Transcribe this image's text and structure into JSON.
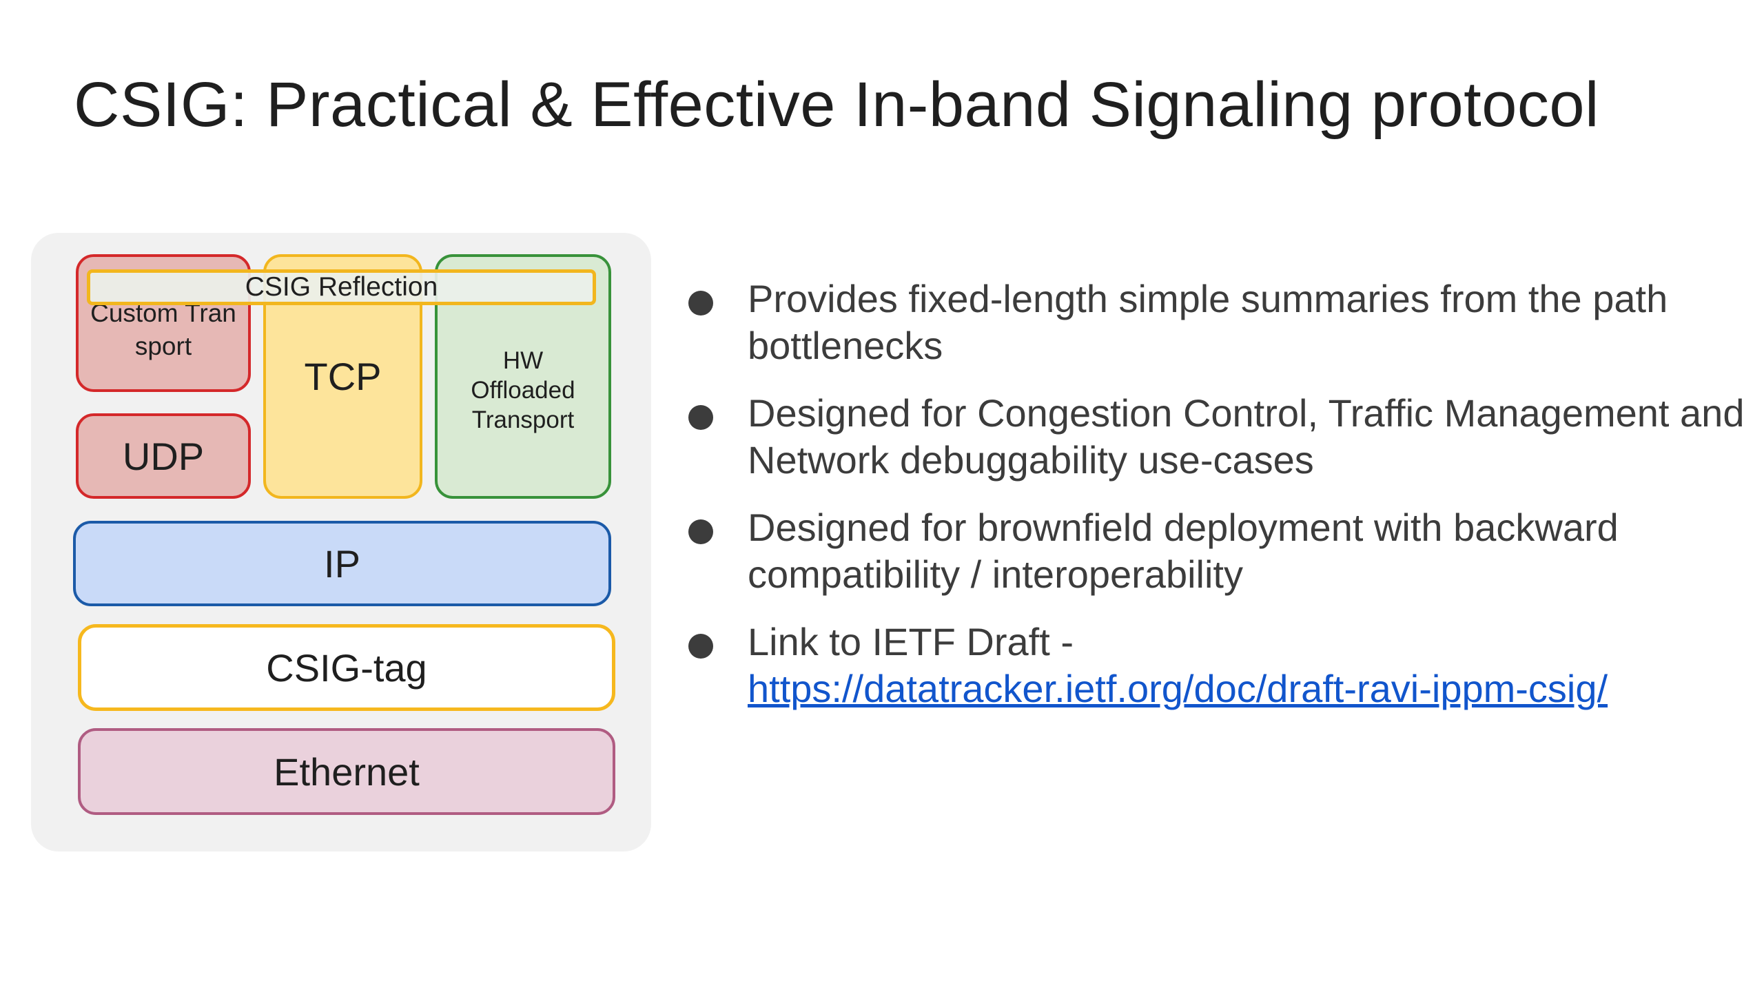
{
  "title": "CSIG: Practical & Effective In-band Signaling protocol",
  "diagram": {
    "custom_transport": "Custom Transport",
    "udp": "UDP",
    "tcp": "TCP",
    "hw_offloaded": "HW Offloaded Transport",
    "reflection": "CSIG Reflection",
    "ip": "IP",
    "csig_tag": "CSIG-tag",
    "ethernet": "Ethernet"
  },
  "bullets": [
    {
      "text": "Provides fixed-length simple summaries from the path bottlenecks"
    },
    {
      "text": "Designed for Congestion Control, Traffic Management and Network debuggability use-cases"
    },
    {
      "text": "Designed for brownfield deployment with backward compatibility / interoperability"
    },
    {
      "text": "Link to IETF Draft -",
      "link": "https://datatracker.ietf.org/doc/draft-ravi-ippm-csig/"
    }
  ],
  "colors": {
    "custom_border": "#d4282a",
    "tcp_border": "#f2b61e",
    "hw_border": "#38923a",
    "ip_border": "#1b5aa8",
    "ethernet_border": "#b05c82",
    "link": "#1155cc"
  }
}
